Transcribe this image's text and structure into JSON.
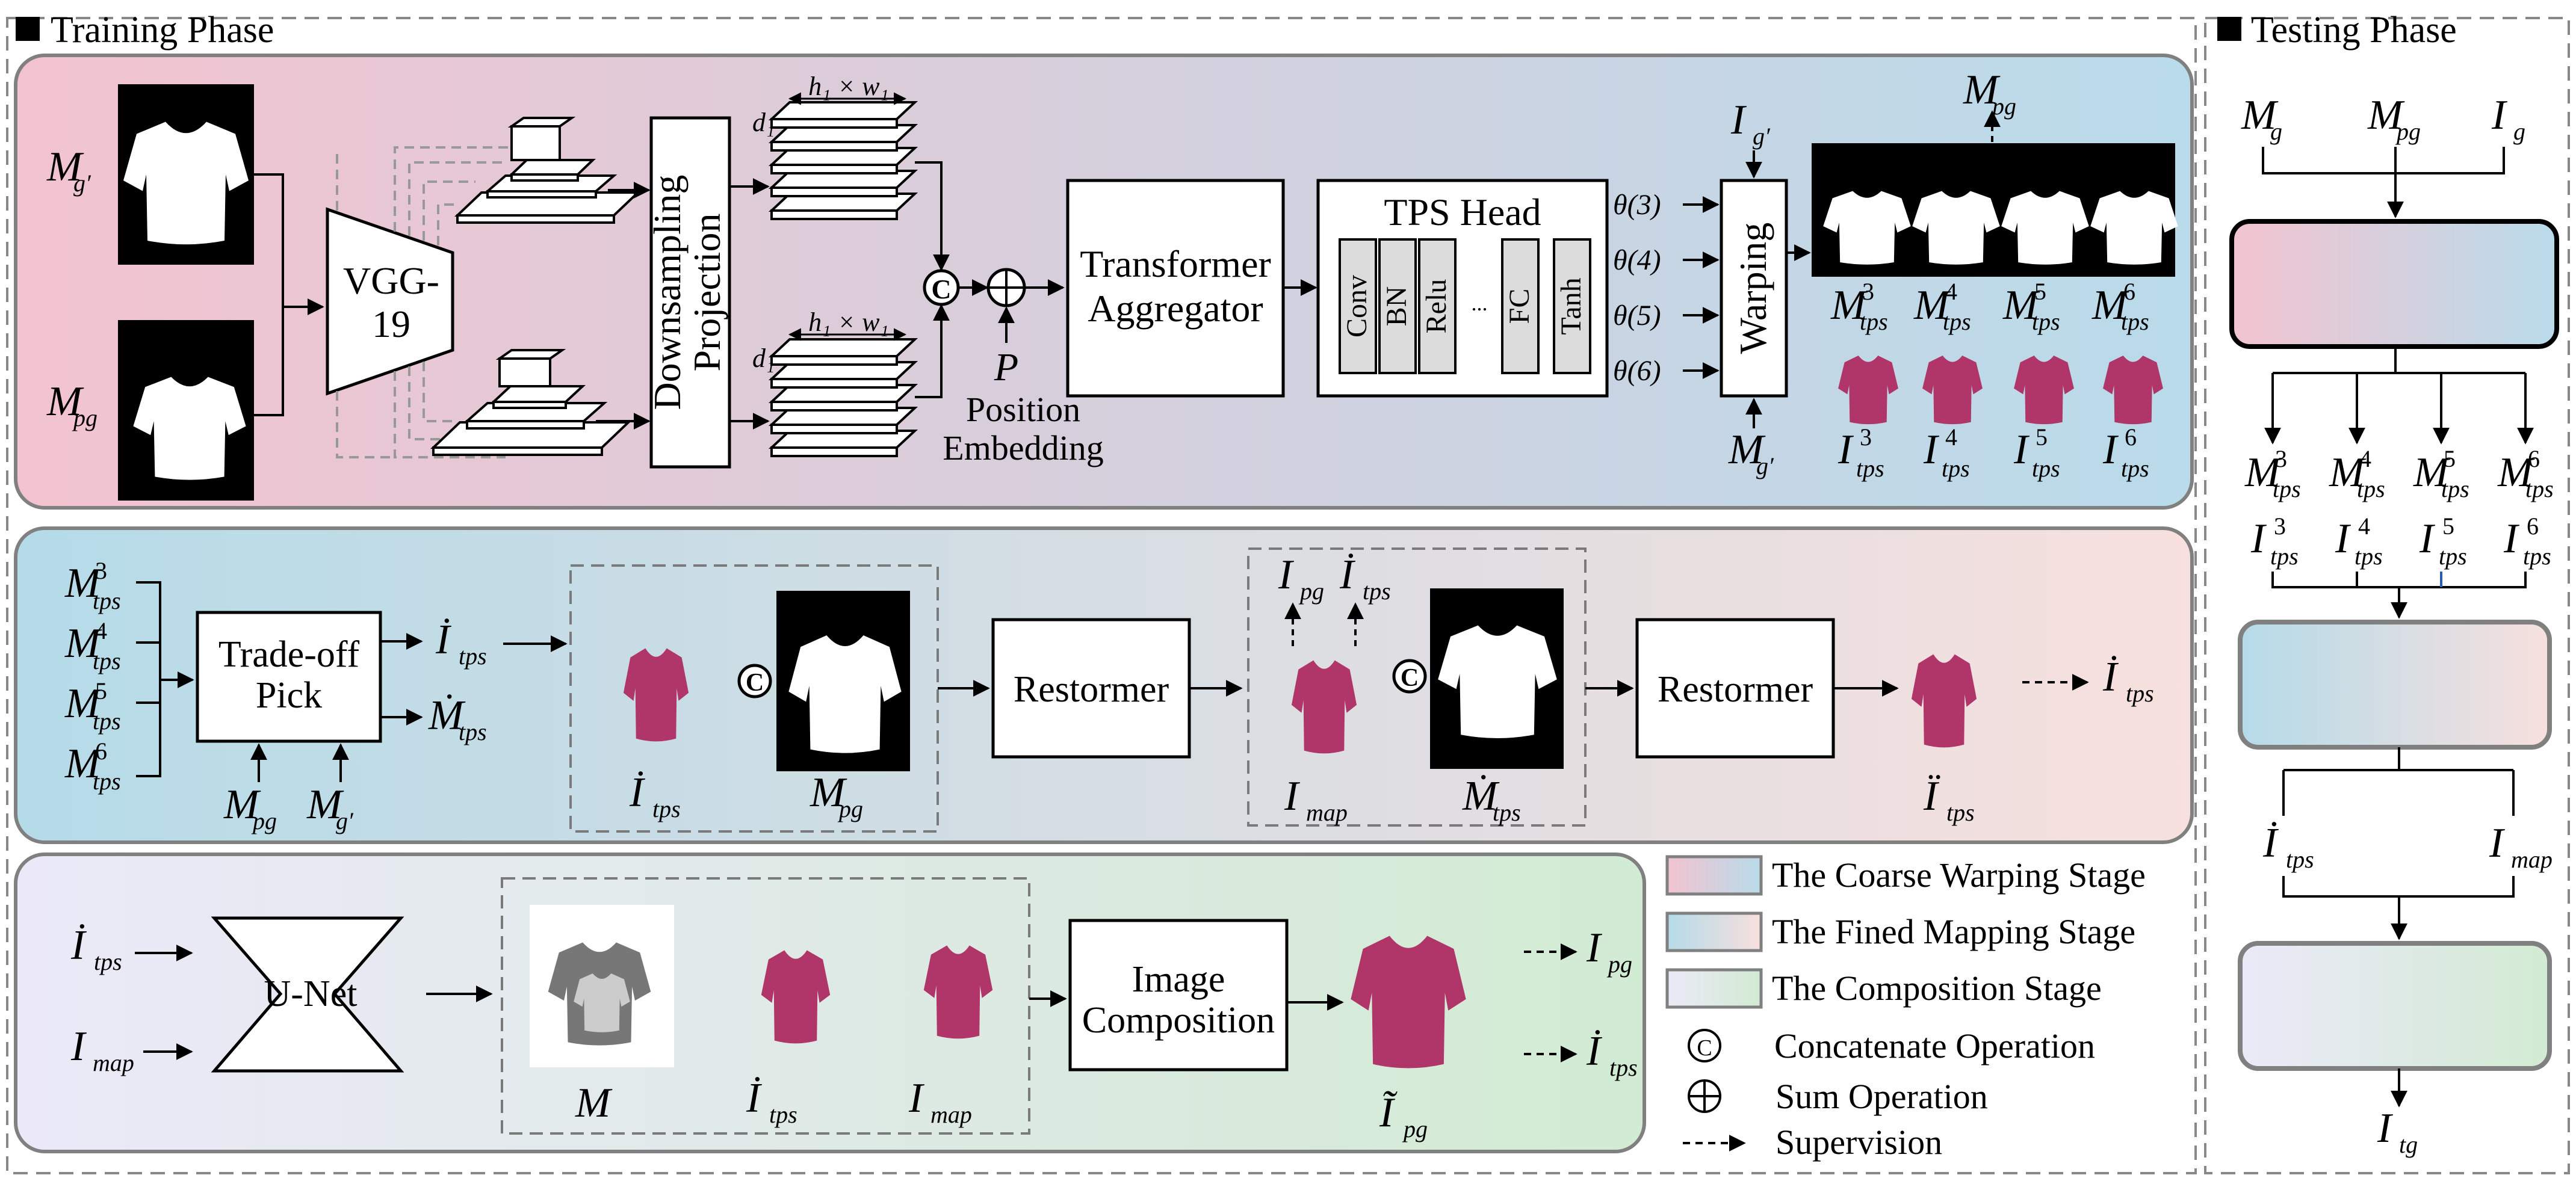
{
  "training_phase": {
    "title": "Training Phase"
  },
  "testing_phase": {
    "title": "Testing Phase"
  },
  "coarse_stage": {
    "vgg": [
      "VGG-",
      "19"
    ],
    "downsampling": [
      "Downsampling",
      "Projection"
    ],
    "feat_dims": {
      "top": "h₁ × w₁",
      "bottom": "h₁ × w₁",
      "channel": "d₁"
    },
    "concat_symbol": "C",
    "sum_symbol": "⊕",
    "position": "P",
    "position_embedding": [
      "Position",
      "Embedding"
    ],
    "transformer": [
      "Transformer",
      "Aggregator"
    ],
    "tps_head": {
      "title": "TPS Head",
      "layers": [
        "Conv",
        "BN",
        "Relu",
        "...",
        "FC",
        "Tanh"
      ]
    },
    "thetas": [
      "θ(3)",
      "θ(4)",
      "θ(5)",
      "θ(6)"
    ],
    "warping": "Warping",
    "indices": [
      "3",
      "4",
      "5",
      "6"
    ]
  },
  "mapping_stage": {
    "trade_off": [
      "Trade-off",
      "Pick"
    ],
    "restormer_1": "Restormer",
    "restormer_2": "Restormer"
  },
  "composition_stage": {
    "unet": "U-Net",
    "image_composition": [
      "Image",
      "Composition"
    ]
  },
  "legend": {
    "coarse": "The Coarse Warping Stage",
    "fined": "The Fined Mapping Stage",
    "composition": "The Composition Stage",
    "concat": "Concatenate Operation",
    "sum": "Sum Operation",
    "supervision": "Supervision"
  },
  "colors": {
    "coarse_start": "#f1c4cf",
    "coarse_end": "#b9d9e9",
    "fined_start": "#b7dbe7",
    "fined_end": "#f6e0df",
    "comp_start": "#e8e8f8",
    "comp_end": "#d3ecd4",
    "shirt": "#b03569",
    "mask_bg": "#000000"
  }
}
